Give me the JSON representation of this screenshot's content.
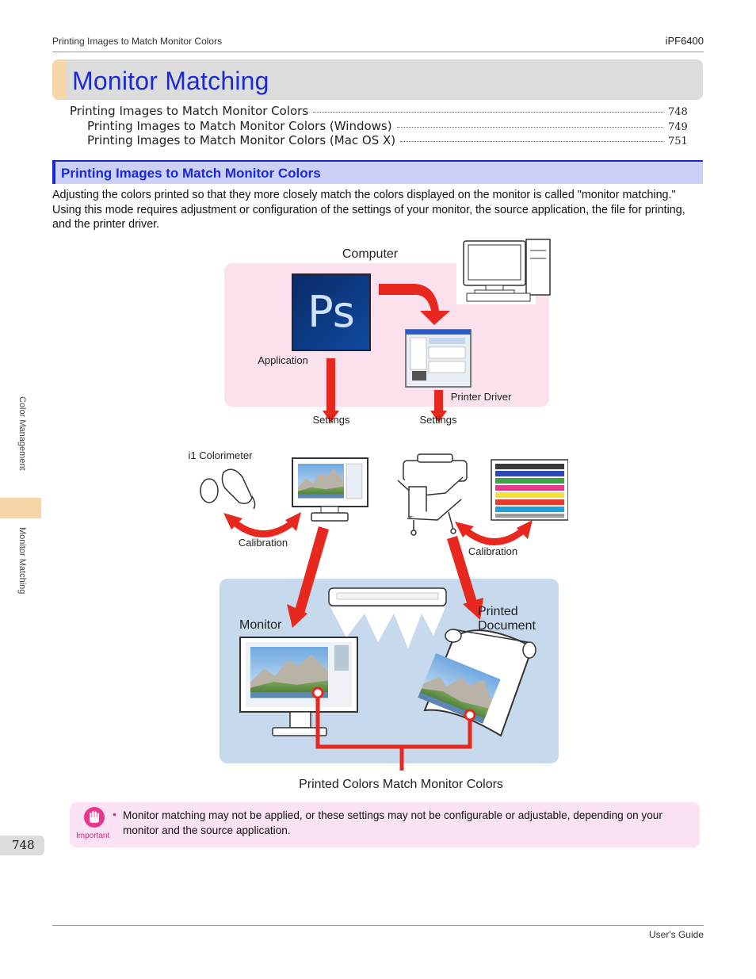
{
  "header": {
    "section_title": "Printing Images to Match Monitor Colors",
    "model": "iPF6400"
  },
  "chapter": {
    "title": "Monitor Matching"
  },
  "toc": [
    {
      "label": "Printing Images to Match Monitor Colors",
      "page": "748"
    },
    {
      "label": "Printing Images to Match Monitor Colors (Windows)",
      "page": "749"
    },
    {
      "label": "Printing Images to Match Monitor Colors (Mac OS X)",
      "page": "751"
    }
  ],
  "section": {
    "title": "Printing Images to Match Monitor Colors",
    "intro": "Adjusting the colors printed so that they more closely match the colors displayed on the monitor is called \"monitor matching.\" Using this mode requires adjustment or configuration of the settings of your monitor, the source application, the file for printing, and the printer driver."
  },
  "diagram": {
    "computer": "Computer",
    "ps_logo": "Ps",
    "application": "Application",
    "printer_driver": "Printer Driver",
    "settings_left": "Settings",
    "settings_right": "Settings",
    "colorimeter": "i1 Colorimeter",
    "calibration_left": "Calibration",
    "calibration_right": "Calibration",
    "monitor": "Monitor",
    "printed_line1": "Printed",
    "printed_line2": "Document",
    "result": "Printed Colors Match Monitor Colors"
  },
  "note": {
    "icon_label": "Important",
    "text": "Monitor matching may not be applied, or these settings may not be configurable or adjustable, depending on your monitor and the source application."
  },
  "sidebar": {
    "chapter": "Color Management",
    "section": "Monitor Matching"
  },
  "page_number": "748",
  "footer": {
    "guide": "User's Guide"
  },
  "colors": {
    "accent_blue": "#1a2bd6",
    "arrow_red": "#e8271f",
    "computer_zone": "#fbe1ee",
    "output_zone": "#c7d9ec"
  }
}
